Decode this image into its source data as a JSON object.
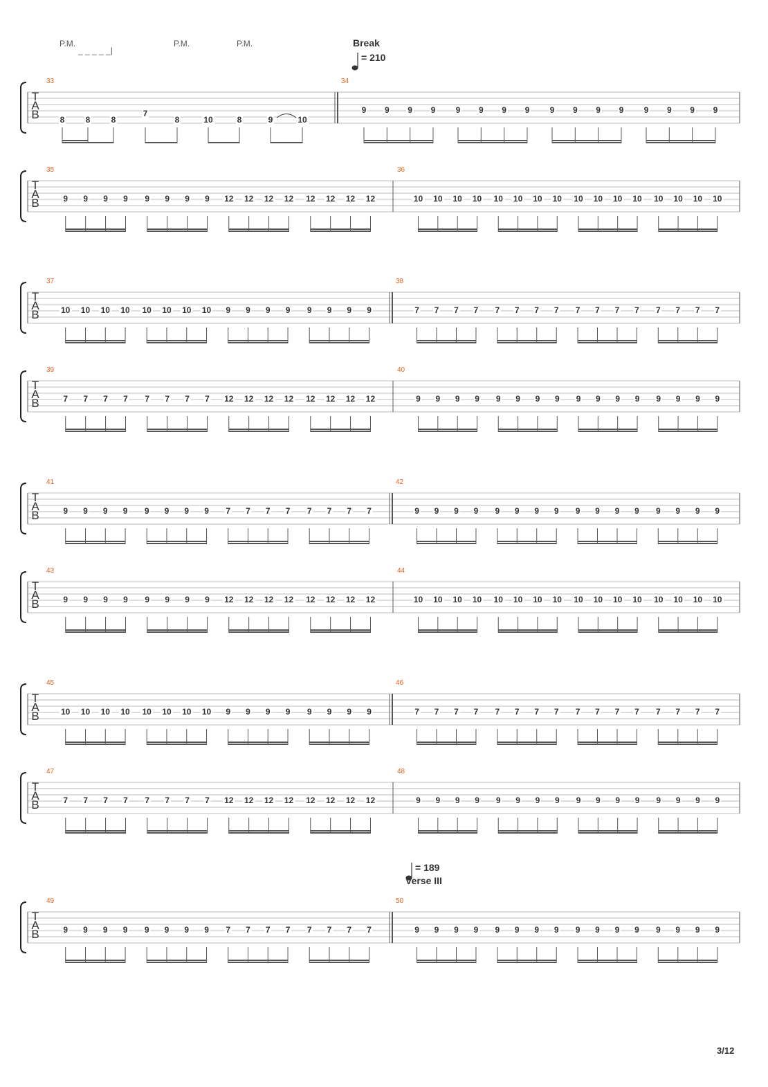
{
  "page": {
    "number": "3/12"
  },
  "annotations": {
    "pm": "P.M.",
    "pm_extension": "_ _ _ _ _|",
    "break_label": "Break",
    "tempo_break": "= 210",
    "tempo_verse": "= 189",
    "verse_label": "Verse III"
  },
  "tab_clef": [
    "T",
    "A",
    "B"
  ],
  "colors": {
    "measure_number": "#e8621e",
    "staff_line": "#bdbdbd",
    "barline": "#555555",
    "text": "#333333"
  },
  "systems": [
    {
      "measures": [
        {
          "number": "33",
          "notes": [
            {
              "fret": "8",
              "string": 5
            },
            {
              "fret": "8",
              "string": 5
            },
            {
              "fret": "8",
              "string": 5
            },
            {
              "fret": "7",
              "string": 4
            },
            {
              "fret": "8",
              "string": 5
            },
            {
              "fret": "10",
              "string": 5
            },
            {
              "fret": "8",
              "string": 5
            },
            {
              "fret": "9",
              "string": 5
            },
            {
              "fret": "10",
              "string": 5
            }
          ]
        },
        {
          "number": "34",
          "notes": [
            "9",
            "9",
            "9",
            "9",
            "9",
            "9",
            "9",
            "9",
            "9",
            "9",
            "9",
            "9",
            "9",
            "9",
            "9",
            "9"
          ]
        }
      ]
    },
    {
      "measures": [
        {
          "number": "35",
          "notes": [
            "9",
            "9",
            "9",
            "9",
            "9",
            "9",
            "9",
            "9",
            "12",
            "12",
            "12",
            "12",
            "12",
            "12",
            "12",
            "12"
          ]
        },
        {
          "number": "36",
          "notes": [
            "10",
            "10",
            "10",
            "10",
            "10",
            "10",
            "10",
            "10",
            "10",
            "10",
            "10",
            "10",
            "10",
            "10",
            "10",
            "10"
          ]
        }
      ]
    },
    {
      "measures": [
        {
          "number": "37",
          "notes": [
            "10",
            "10",
            "10",
            "10",
            "10",
            "10",
            "10",
            "10",
            "9",
            "9",
            "9",
            "9",
            "9",
            "9",
            "9",
            "9"
          ]
        },
        {
          "number": "38",
          "notes": [
            "7",
            "7",
            "7",
            "7",
            "7",
            "7",
            "7",
            "7",
            "7",
            "7",
            "7",
            "7",
            "7",
            "7",
            "7",
            "7"
          ]
        }
      ]
    },
    {
      "measures": [
        {
          "number": "39",
          "notes": [
            "7",
            "7",
            "7",
            "7",
            "7",
            "7",
            "7",
            "7",
            "12",
            "12",
            "12",
            "12",
            "12",
            "12",
            "12",
            "12"
          ]
        },
        {
          "number": "40",
          "notes": [
            "9",
            "9",
            "9",
            "9",
            "9",
            "9",
            "9",
            "9",
            "9",
            "9",
            "9",
            "9",
            "9",
            "9",
            "9",
            "9"
          ]
        }
      ]
    },
    {
      "measures": [
        {
          "number": "41",
          "notes": [
            "9",
            "9",
            "9",
            "9",
            "9",
            "9",
            "9",
            "9",
            "7",
            "7",
            "7",
            "7",
            "7",
            "7",
            "7",
            "7"
          ]
        },
        {
          "number": "42",
          "notes": [
            "9",
            "9",
            "9",
            "9",
            "9",
            "9",
            "9",
            "9",
            "9",
            "9",
            "9",
            "9",
            "9",
            "9",
            "9",
            "9"
          ]
        }
      ]
    },
    {
      "measures": [
        {
          "number": "43",
          "notes": [
            "9",
            "9",
            "9",
            "9",
            "9",
            "9",
            "9",
            "9",
            "12",
            "12",
            "12",
            "12",
            "12",
            "12",
            "12",
            "12"
          ]
        },
        {
          "number": "44",
          "notes": [
            "10",
            "10",
            "10",
            "10",
            "10",
            "10",
            "10",
            "10",
            "10",
            "10",
            "10",
            "10",
            "10",
            "10",
            "10",
            "10"
          ]
        }
      ]
    },
    {
      "measures": [
        {
          "number": "45",
          "notes": [
            "10",
            "10",
            "10",
            "10",
            "10",
            "10",
            "10",
            "10",
            "9",
            "9",
            "9",
            "9",
            "9",
            "9",
            "9",
            "9"
          ]
        },
        {
          "number": "46",
          "notes": [
            "7",
            "7",
            "7",
            "7",
            "7",
            "7",
            "7",
            "7",
            "7",
            "7",
            "7",
            "7",
            "7",
            "7",
            "7",
            "7"
          ]
        }
      ]
    },
    {
      "measures": [
        {
          "number": "47",
          "notes": [
            "7",
            "7",
            "7",
            "7",
            "7",
            "7",
            "7",
            "7",
            "12",
            "12",
            "12",
            "12",
            "12",
            "12",
            "12",
            "12"
          ]
        },
        {
          "number": "48",
          "notes": [
            "9",
            "9",
            "9",
            "9",
            "9",
            "9",
            "9",
            "9",
            "9",
            "9",
            "9",
            "9",
            "9",
            "9",
            "9",
            "9"
          ]
        }
      ]
    },
    {
      "measures": [
        {
          "number": "49",
          "notes": [
            "9",
            "9",
            "9",
            "9",
            "9",
            "9",
            "9",
            "9",
            "7",
            "7",
            "7",
            "7",
            "7",
            "7",
            "7",
            "7"
          ]
        },
        {
          "number": "50",
          "notes": [
            "9",
            "9",
            "9",
            "9",
            "9",
            "9",
            "9",
            "9",
            "9",
            "9",
            "9",
            "9",
            "9",
            "9",
            "9",
            "9"
          ]
        }
      ]
    }
  ]
}
